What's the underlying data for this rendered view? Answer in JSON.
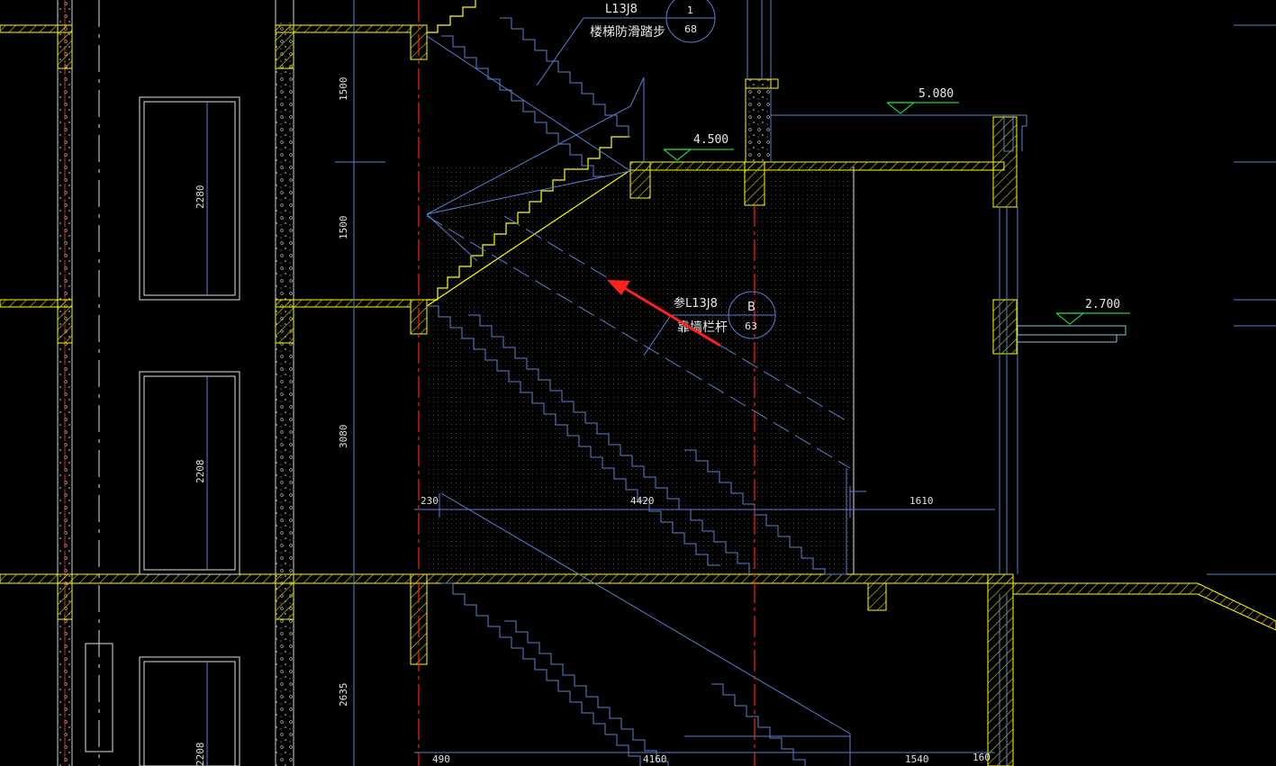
{
  "callouts": {
    "top": {
      "ref": "L13J8",
      "note": "楼梯防滑踏步",
      "detail_num": "1",
      "sheet": "68"
    },
    "mid": {
      "ref": "参L13J8",
      "note": "靠墙栏杆",
      "detail_num": "B",
      "sheet": "63"
    }
  },
  "levels": {
    "l1": "5.080",
    "l2": "4.500",
    "l3": "2.700"
  },
  "dims_vertical": {
    "d1": "1500",
    "d2": "1500",
    "d3": "3080",
    "d4": "2635"
  },
  "dims_window": {
    "w1": "2280",
    "w2": "2208",
    "w3": "2208"
  },
  "dims_horizontal": {
    "row1": {
      "a": "230",
      "b": "4420",
      "c": "1610"
    },
    "row2": {
      "a": "490",
      "b": "4160",
      "c": "1540",
      "d": "160"
    }
  },
  "colors": {
    "wall_yellow": "#ffff00",
    "line_blue": "#5a7fd0",
    "axis_red": "#ff2020",
    "fill_pattern": "#333"
  }
}
